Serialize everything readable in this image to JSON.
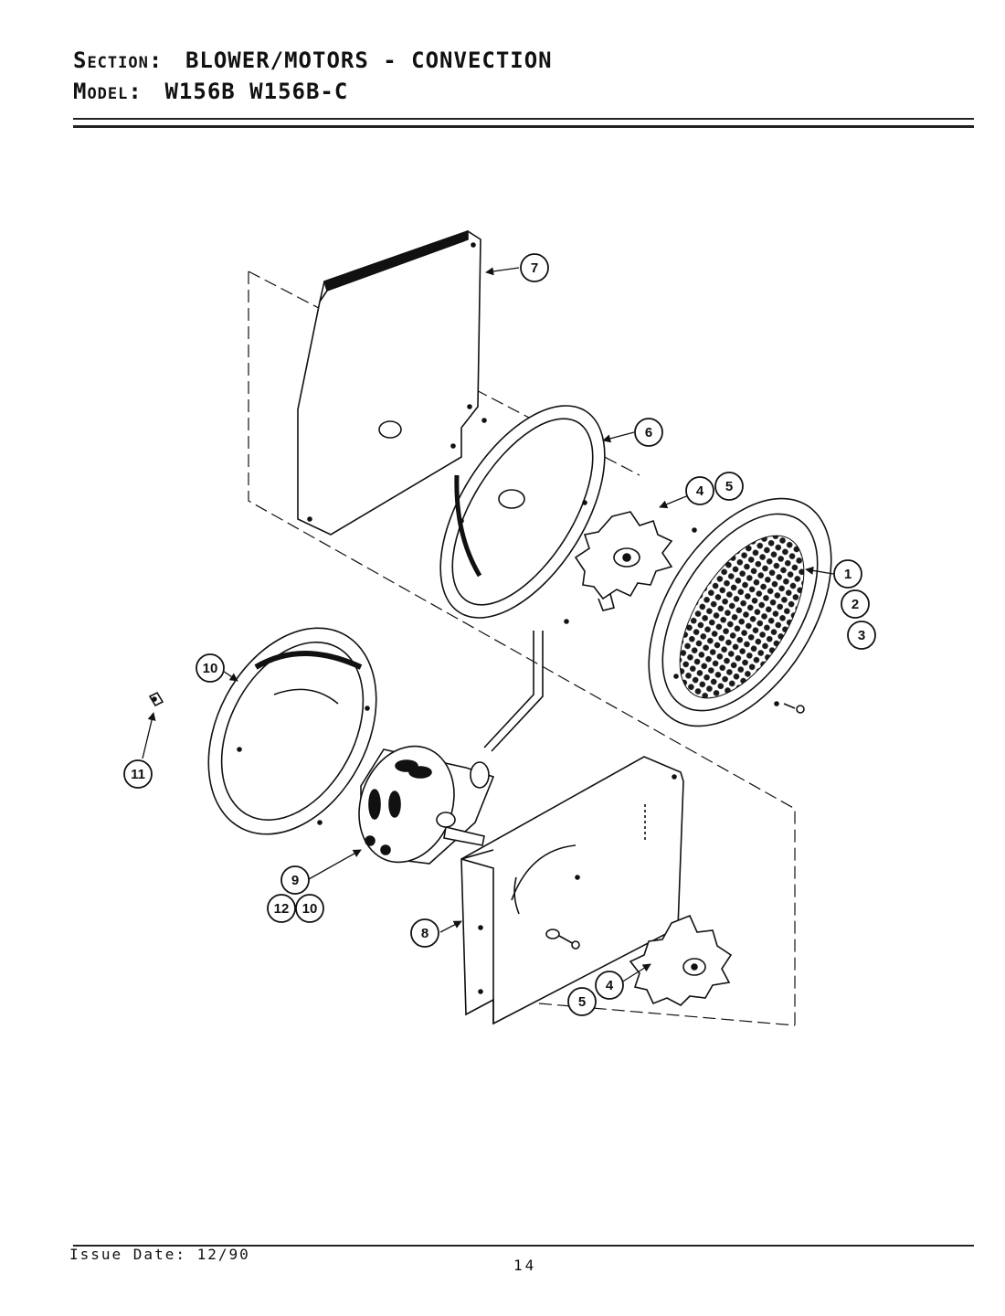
{
  "header": {
    "section_label": "Section:",
    "section_value": "BLOWER/MOTORS - CONVECTION",
    "model_label": "Model:",
    "model_value": "W156B   W156B-C"
  },
  "footer": {
    "issue_date": "Issue Date: 12/90",
    "page_number": "14"
  },
  "callouts": [
    {
      "id": "c7",
      "label": "7"
    },
    {
      "id": "c6",
      "label": "6"
    },
    {
      "id": "c4a",
      "label": "4"
    },
    {
      "id": "c5a",
      "label": "5"
    },
    {
      "id": "c1",
      "label": "1"
    },
    {
      "id": "c2",
      "label": "2"
    },
    {
      "id": "c3",
      "label": "3"
    },
    {
      "id": "c10a",
      "label": "10"
    },
    {
      "id": "c11",
      "label": "11"
    },
    {
      "id": "c9",
      "label": "9"
    },
    {
      "id": "c12",
      "label": "12"
    },
    {
      "id": "c10b",
      "label": "10"
    },
    {
      "id": "c8",
      "label": "8"
    },
    {
      "id": "c5b",
      "label": "5"
    },
    {
      "id": "c4b",
      "label": "4"
    }
  ],
  "colors": {
    "ink": "#111111",
    "paper": "#ffffff"
  }
}
